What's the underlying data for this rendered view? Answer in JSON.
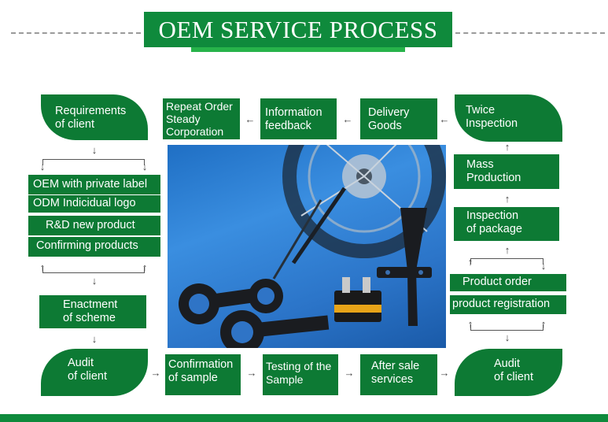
{
  "title": "OEM SERVICE PROCESS",
  "boxes": {
    "requirements": [
      "Requirements",
      "of client"
    ],
    "repeat_order": [
      "Repeat Order",
      "Steady",
      "Corporation"
    ],
    "info_feedback": [
      "Information",
      "feedback"
    ],
    "delivery": [
      "Delivery",
      "Goods"
    ],
    "twice_inspection": [
      "Twice",
      "Inspection"
    ],
    "mass_production": [
      "Mass",
      "Production"
    ],
    "inspection_package": [
      "Inspection",
      "of package"
    ],
    "product_order": "Product order",
    "product_registration": "product registration",
    "oem_private": "OEM with private label",
    "odm_logo": "ODM Indicidual logo",
    "rd_new": "R&D new product",
    "confirming": "Confirming products",
    "enactment": [
      "Enactment",
      "of scheme"
    ],
    "audit_left": [
      "Audit",
      "of client"
    ],
    "confirmation_sample": [
      "Confirmation",
      "of sample"
    ],
    "testing_sample": [
      "Testing of the",
      "Sample"
    ],
    "after_sale": [
      "After sale",
      "services"
    ],
    "audit_right": [
      "Audit",
      "of client"
    ]
  },
  "colors": {
    "primary": "#0d7a34",
    "title": "#0f8a3c",
    "accent": "#27b34a",
    "photo_bg": "#2b74c8"
  }
}
